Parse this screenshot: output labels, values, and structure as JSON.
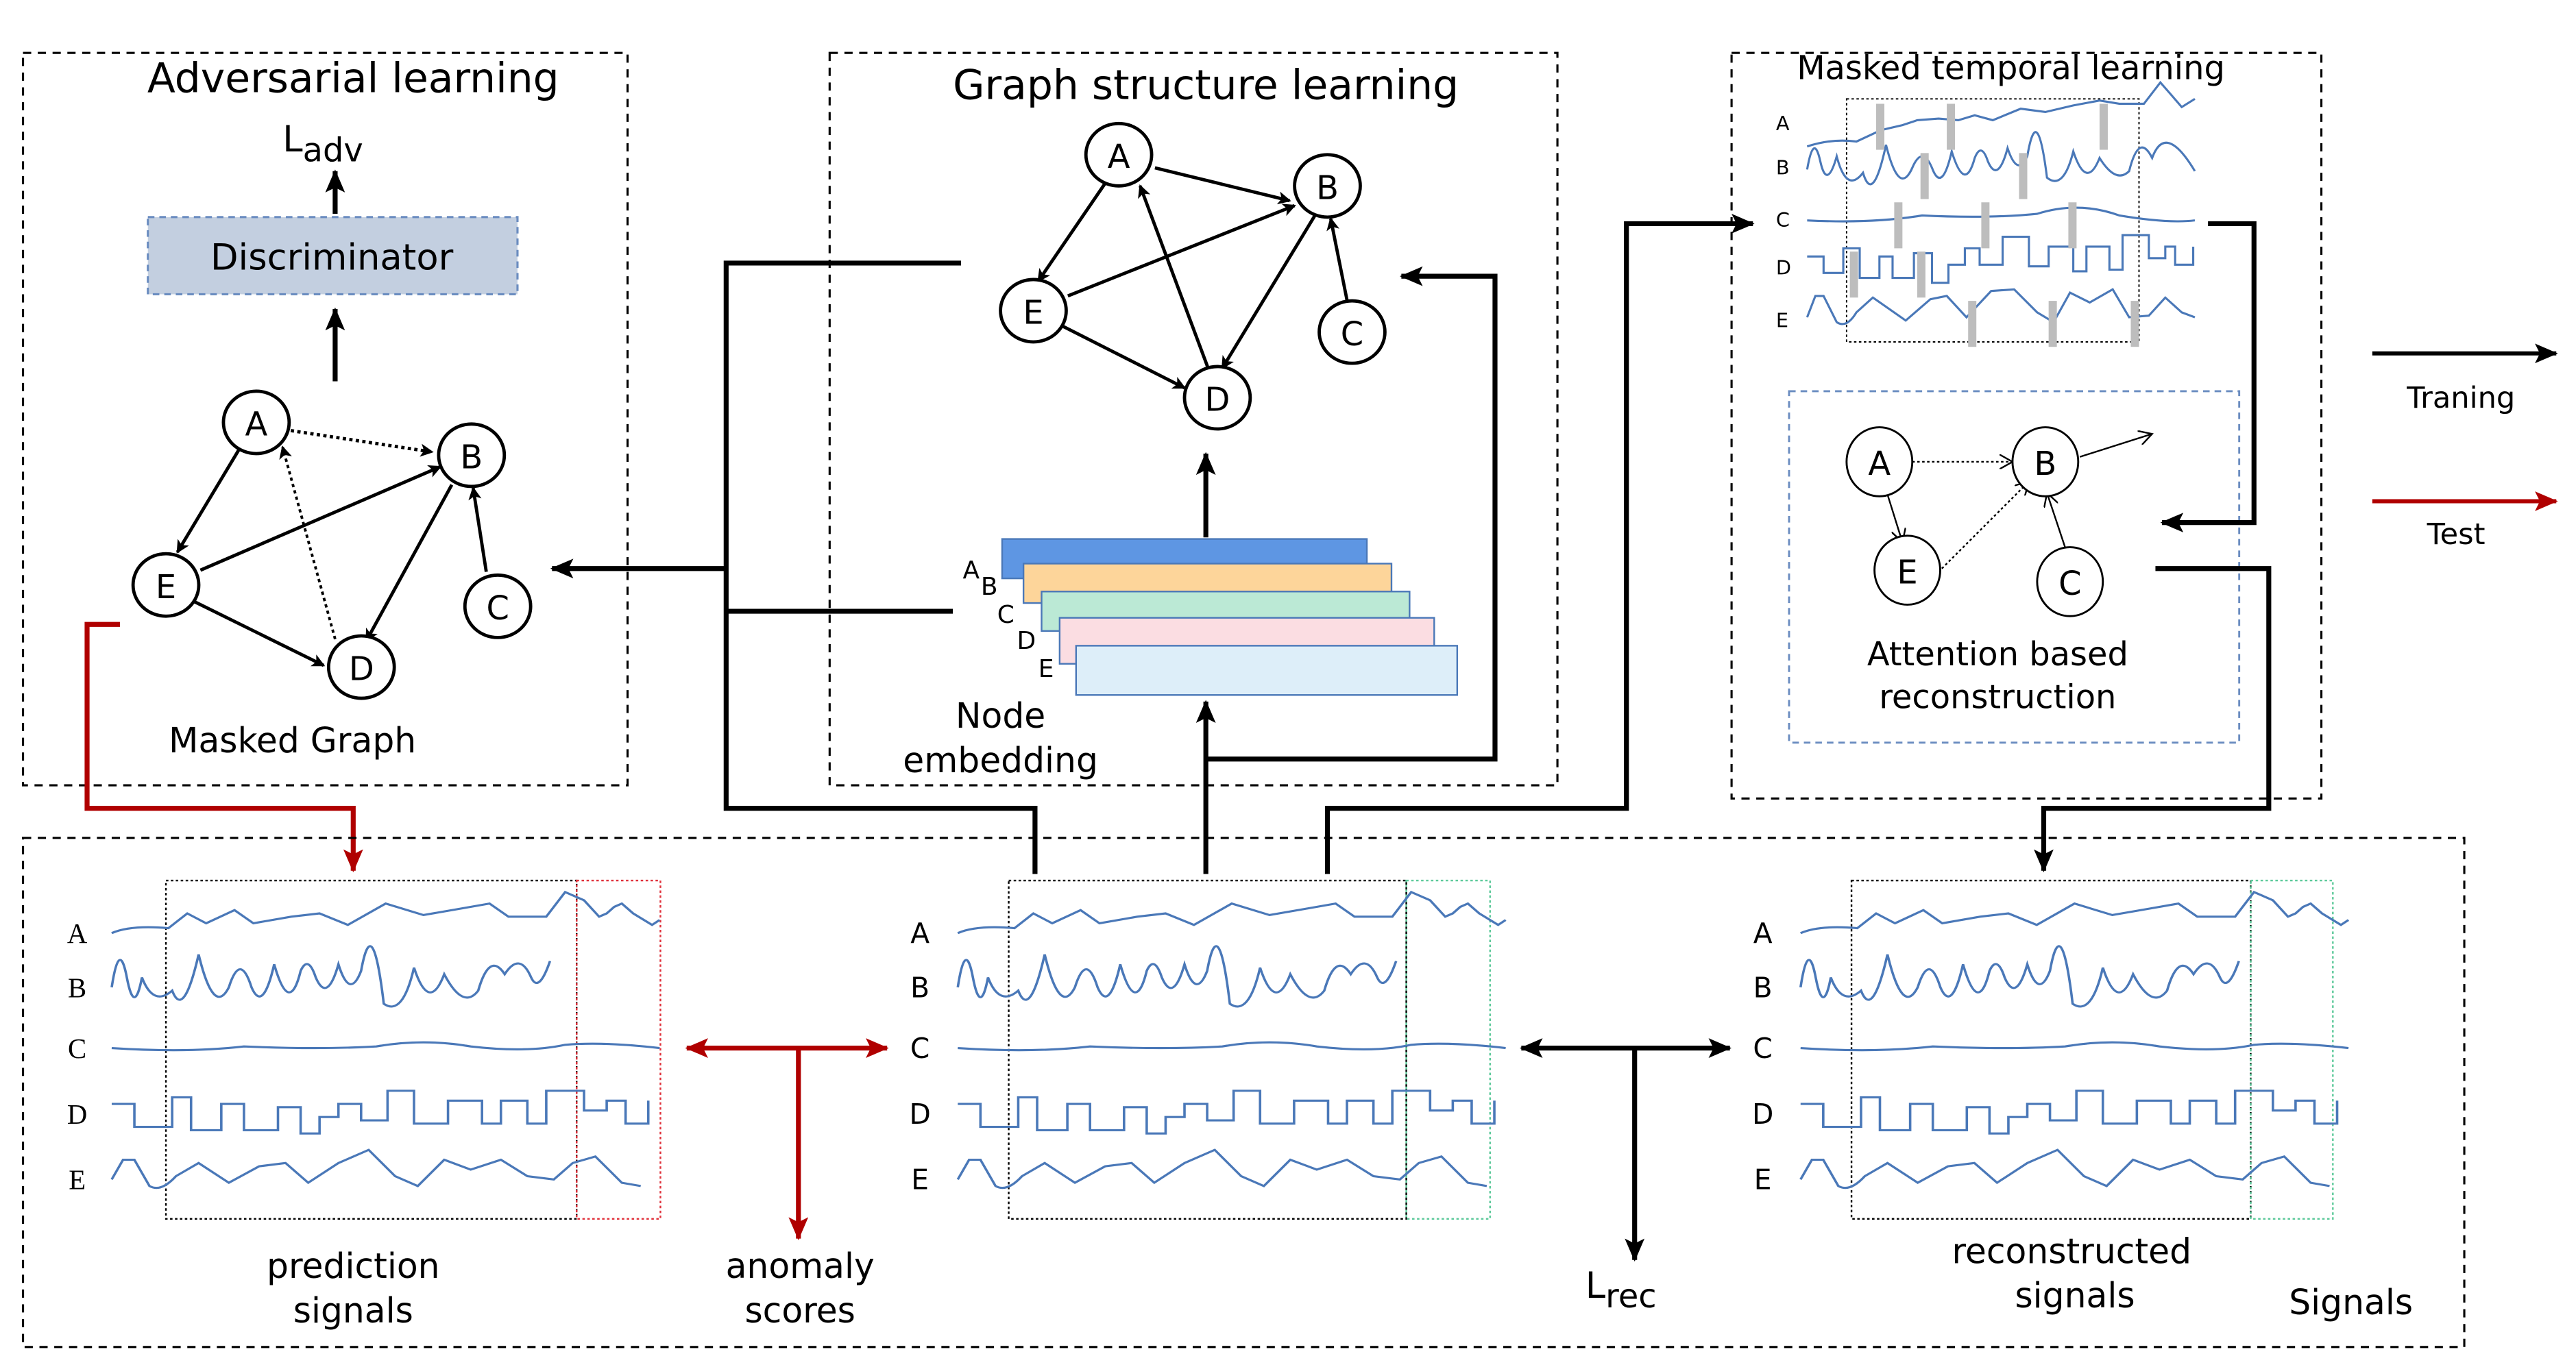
{
  "colors": {
    "signal": "#4a78b8",
    "test_arrow": "#b00000",
    "discriminator_fill": "#c3cfe0",
    "discriminator_border": "#6a8cc0",
    "embedding_A": "#5e96e3",
    "embedding_B": "#fdd59a",
    "embedding_C": "#bbe9d5",
    "embedding_D": "#fbdde2",
    "embedding_E": "#ddeef9",
    "mask_bar": "#bdbdbd",
    "window_test": "#e0303a",
    "window_signals": "#5cc99a"
  },
  "adversarial": {
    "title": "Adversarial learning",
    "loss_main": "L",
    "loss_sub": "adv",
    "discriminator_label": "Discriminator",
    "graph_caption": "Masked Graph",
    "nodes": [
      "A",
      "B",
      "C",
      "D",
      "E"
    ]
  },
  "graph_structure": {
    "title": "Graph structure learning",
    "nodes": [
      "A",
      "B",
      "C",
      "D",
      "E"
    ],
    "embedding_labels": [
      "A",
      "B",
      "C",
      "D",
      "E"
    ],
    "embedding_caption_line1": "Node",
    "embedding_caption_line2": "embedding"
  },
  "masked_temporal": {
    "title": "Masked temporal learning",
    "series_labels": [
      "A",
      "B",
      "C",
      "D",
      "E"
    ],
    "attention_nodes": [
      "A",
      "B",
      "C",
      "E"
    ],
    "attention_caption_line1": "Attention based",
    "attention_caption_line2": "reconstruction"
  },
  "legend": {
    "training_label": "Traning",
    "test_label": "Test"
  },
  "signals": {
    "series_labels": [
      "A",
      "B",
      "C",
      "D",
      "E"
    ],
    "prediction_caption_line1": "prediction",
    "prediction_caption_line2": "signals",
    "anomaly_caption_line1": "anomaly",
    "anomaly_caption_line2": "scores",
    "rec_loss_main": "L",
    "rec_loss_sub": "rec",
    "reconstructed_caption_line1": "reconstructed",
    "reconstructed_caption_line2": "signals",
    "section_label": "Signals"
  }
}
